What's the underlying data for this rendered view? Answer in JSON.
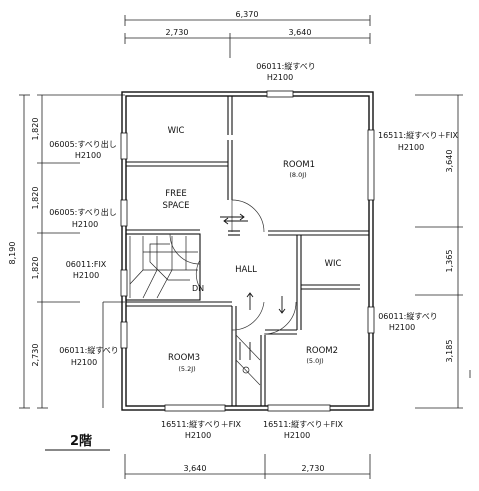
{
  "dimensions": {
    "top_total": "6,370",
    "top_left": "2,730",
    "top_right": "3,640",
    "bottom_left": "3,640",
    "bottom_right": "2,730",
    "left_total": "8,190",
    "left_segments": [
      "1,820",
      "1,820",
      "1,820",
      "2,730"
    ],
    "right_segments": [
      "3,640",
      "1,365",
      "3,185"
    ]
  },
  "windows": {
    "top_code": "06011:縦すべり",
    "top_height": "H2100",
    "left_1_code": "06005:すべり出し",
    "left_1_height": "H2100",
    "left_2_code": "06005:すべり出し",
    "left_2_height": "H2100",
    "left_3_code": "06011:FIX",
    "left_3_height": "H2100",
    "left_4_code": "06011:縦すべり",
    "left_4_height": "H2100",
    "right_1_code": "16511:縦すべり＋FIX",
    "right_1_height": "H2100",
    "right_2_code": "06011:縦すべり",
    "right_2_height": "H2100",
    "bottom_1_code": "16511:縦すべり＋FIX",
    "bottom_1_height": "H2100",
    "bottom_2_code": "16511:縦すべり＋FIX",
    "bottom_2_height": "H2100"
  },
  "rooms": {
    "wic_top": "WIC",
    "room1": "ROOM1",
    "room1_size": "(8.0J)",
    "free_space_1": "FREE",
    "free_space_2": "SPACE",
    "hall": "HALL",
    "dn": "DN",
    "wic_right": "WIC",
    "room3": "ROOM3",
    "room3_size": "(5.2J)",
    "room2": "ROOM2",
    "room2_size": "(5.0J)"
  },
  "floor_label": "2階"
}
